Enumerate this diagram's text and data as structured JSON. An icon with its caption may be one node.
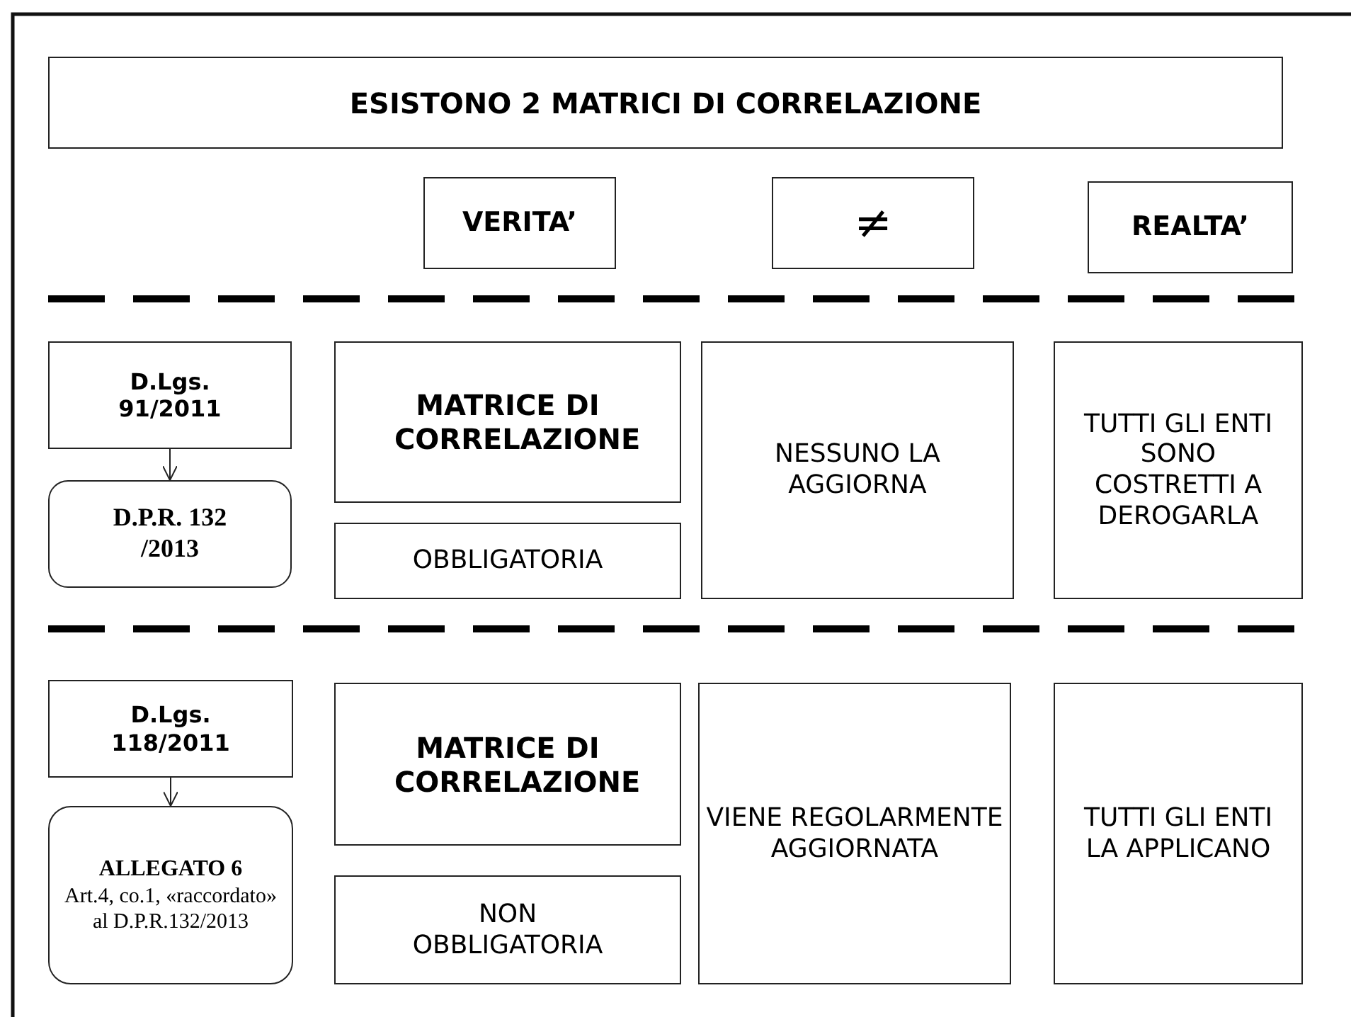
{
  "diagram": {
    "nodes": [
      {
        "text": [
          "ESISTONO 2 MATRICI DI CORRELAZIONE"
        ]
      },
      {
        "text": [
          "VERITA’"
        ]
      },
      {
        "text": [
          "≠"
        ]
      },
      {
        "text": [
          "REALTA’"
        ]
      },
      {
        "text": [
          "D.Lgs. 91/2011"
        ]
      },
      {
        "text": [
          "D.P.R. 132 /2013"
        ]
      },
      {
        "text": [
          "MATRICE DI CORRELAZIONE"
        ]
      },
      {
        "text": [
          "OBBLIGATORIA"
        ]
      },
      {
        "text": [
          "NESSUNO LA AGGIORNA"
        ]
      },
      {
        "text": [
          "TUTTI GLI ENTI SONO COSTRETTI A DEROGARLA"
        ]
      },
      {
        "text": [
          "D.Lgs. 118/2011"
        ]
      },
      {
        "text": [
          "ALLEGATO 6",
          "Art.4, co.1, «raccordato» al D.P.R.132/2013"
        ]
      },
      {
        "text": [
          "MATRICE DI CORRELAZIONE"
        ]
      },
      {
        "text": [
          "NON OBBLIGATORIA"
        ]
      },
      {
        "text": [
          "VIENE REGOLARMENTE AGGIORNATA"
        ]
      },
      {
        "text": [
          "TUTTI GLI ENTI LA APPLICANO"
        ]
      }
    ],
    "edges": [
      {
        "from": 4,
        "to": 5,
        "arrow": "to"
      },
      {
        "from": 10,
        "to": 11,
        "arrow": "to"
      }
    ]
  }
}
